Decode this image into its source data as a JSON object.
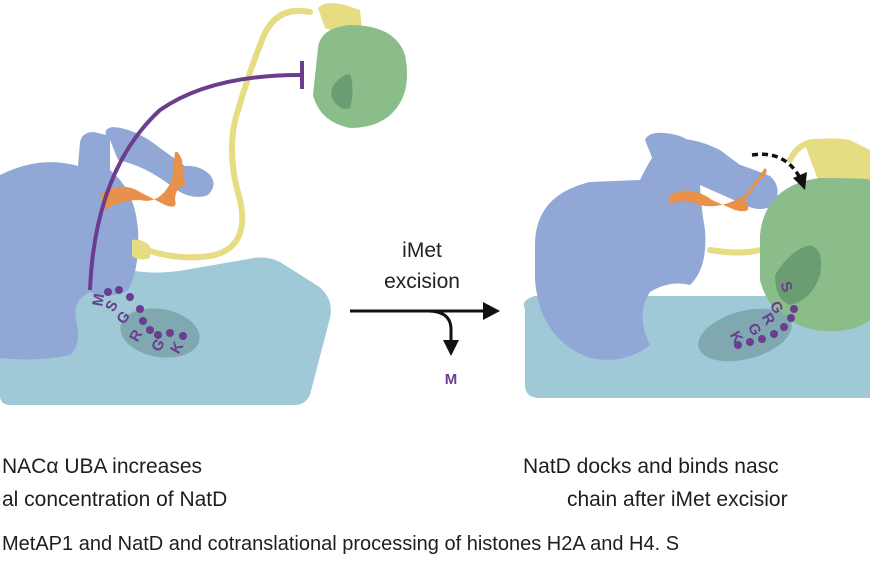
{
  "figure": {
    "arrow_label_line1": "iMet",
    "arrow_label_line2": "excision",
    "excised_residue": "M",
    "left_panel": {
      "caption_line1": "NACα UBA increases",
      "caption_line2": "al concentration of NatD",
      "peptide_residues": [
        "M",
        "S",
        "G",
        "R",
        "G",
        "K"
      ]
    },
    "right_panel": {
      "caption_line1": "NatD docks and binds nasc",
      "caption_line2": "chain after iMet excisior",
      "peptide_residues": [
        "S",
        "G",
        "R",
        "G",
        "K"
      ]
    },
    "figure_caption": "MetAP1 and NatD and cotranslational processing of histones H2A and H4. S",
    "colors": {
      "ribosome_small": "#9fc9d6",
      "ribosome_large": "#91a8d6",
      "nac": "#e8914a",
      "linker": "#e6dc82",
      "natd": "#8bbd8b",
      "natd_pocket": "#6a9e72",
      "peptide": "#6a3d8f",
      "tunnel": "#7fa8b0"
    }
  }
}
